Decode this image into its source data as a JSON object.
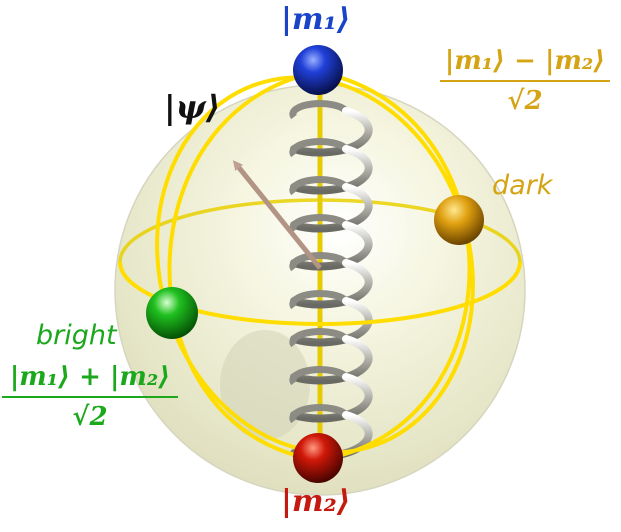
{
  "colors": {
    "m1": "#1a44c8",
    "m2": "#c41a10",
    "dark": "#d4a414",
    "bright": "#1ca81c",
    "psi": "#111111",
    "ring": "#ffdd00",
    "sphere": "#f2f2d6",
    "spring": "#b8b8b8",
    "arrow": "#b09080"
  },
  "labels": {
    "m1": "|m₁⟩",
    "m2": "|m₂⟩",
    "psi": "|ψ⟩",
    "dark_word": "dark",
    "dark_numerator": "|m₁⟩ − |m₂⟩",
    "dark_denominator": "√2",
    "bright_word": "bright",
    "bright_numerator": "|m₁⟩ + |m₂⟩",
    "bright_denominator": "√2"
  },
  "icons": {
    "m1_ball": "blue-sphere-icon",
    "m2_ball": "red-sphere-icon",
    "dark_ball": "orange-sphere-icon",
    "bright_ball": "green-sphere-icon",
    "spring": "spring-coil-icon",
    "state_arrow": "arrow-icon"
  }
}
